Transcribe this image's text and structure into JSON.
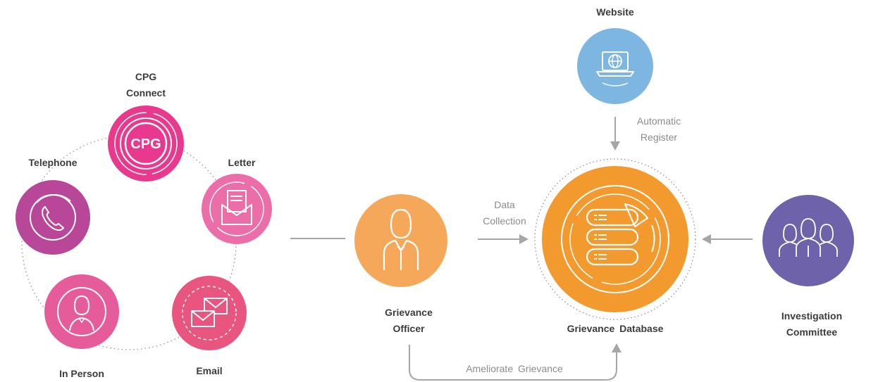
{
  "channels": {
    "cpg": {
      "title": [
        "CPG",
        "Connect"
      ],
      "icon_text": "CPG",
      "icon": "cpg-logo-icon",
      "color": "#e8398f"
    },
    "telephone": {
      "title": "Telephone",
      "icon": "phone-icon",
      "color": "#b8479a"
    },
    "letter": {
      "title": "Letter",
      "icon": "letter-icon",
      "color": "#ec6ea8"
    },
    "in_person": {
      "title": "In Person",
      "icon": "person-icon",
      "color": "#e65c9b"
    },
    "email": {
      "title": "Email",
      "icon": "email-icon",
      "color": "#e8557f"
    }
  },
  "website": {
    "title": "Website",
    "icon": "laptop-globe-icon",
    "color": "#7db6e0"
  },
  "officer": {
    "title": [
      "Grievance",
      "Officer"
    ],
    "icon": "officer-icon",
    "color": "#f6a85a"
  },
  "database": {
    "title": "Grievance Database",
    "icon": "server-database-icon",
    "color": "#f39a2e"
  },
  "committee": {
    "title": [
      "Investigation",
      "Committee"
    ],
    "icon": "team-icon",
    "color": "#6e63ab"
  },
  "flows": {
    "automatic_register": [
      "Automatic",
      "Register"
    ],
    "data_collection": [
      "Data",
      "Collection"
    ],
    "ameliorate": "Ameliorate Grievance"
  },
  "colors": {
    "line": "#a6a6a6",
    "dots": "#8a8a8a"
  }
}
